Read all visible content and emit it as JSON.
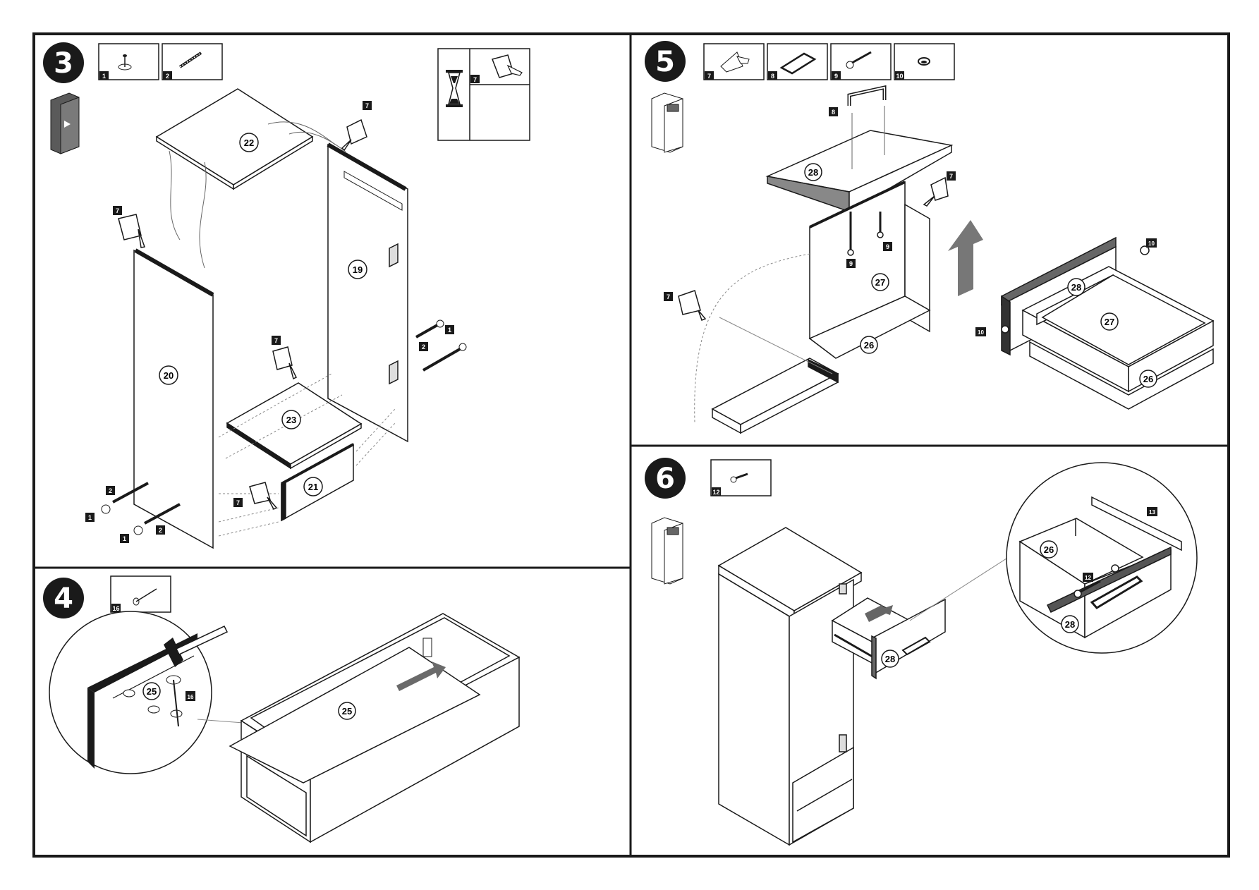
{
  "steps": [
    {
      "number": "3"
    },
    {
      "number": "4"
    },
    {
      "number": "5"
    },
    {
      "number": "6"
    }
  ],
  "step3": {
    "hardware": [
      "1",
      "2"
    ],
    "glue_box": "7",
    "parts": [
      "22",
      "19",
      "20",
      "23",
      "21"
    ],
    "tags": [
      "7",
      "7",
      "7",
      "7",
      "1",
      "2",
      "1",
      "2",
      "1",
      "2"
    ]
  },
  "step4": {
    "hardware": [
      "16"
    ],
    "parts": [
      "25",
      "25"
    ],
    "tags": [
      "16"
    ]
  },
  "step5": {
    "hardware": [
      "7",
      "8",
      "9",
      "10"
    ],
    "parts": [
      "28",
      "27",
      "26",
      "28",
      "27",
      "26"
    ],
    "tags": [
      "8",
      "7",
      "9",
      "9",
      "7",
      "10",
      "10"
    ]
  },
  "step6": {
    "hardware": [
      "12"
    ],
    "parts": [
      "28",
      "26",
      "28"
    ],
    "tags": [
      "13",
      "12"
    ]
  },
  "colors": {
    "ink": "#1a1a1a",
    "panel_edge": "#2a2a2a",
    "shade": "#9a9a9a",
    "arrow": "#8a8a8a"
  }
}
